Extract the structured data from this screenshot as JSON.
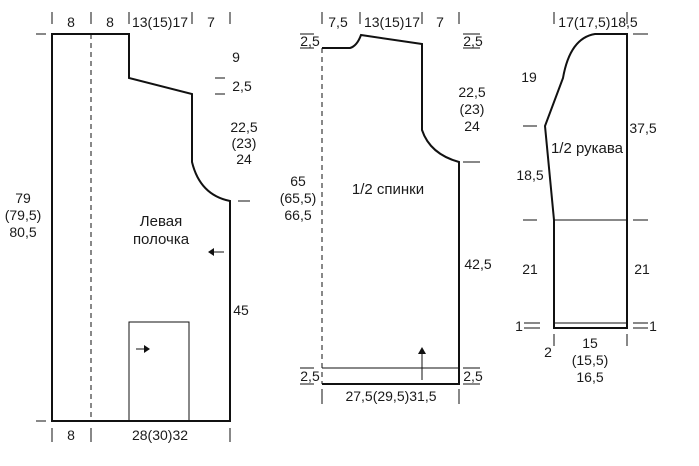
{
  "front": {
    "title": "Левая полочка",
    "title_line1": "Левая",
    "title_line2": "полочка",
    "top_w1": "8",
    "top_w2": "8",
    "top_w3": "13(15)17",
    "top_w4": "7",
    "side_9": "9",
    "side_2_5": "2,5",
    "arm_1": "22,5",
    "arm_2": "(23)",
    "arm_3": "24",
    "len_1": "79",
    "len_2": "(79,5)",
    "len_3": "80,5",
    "lower_45": "45",
    "bottom_8": "8",
    "bottom_w": "28(30)32"
  },
  "back": {
    "title": "1/2 спинки",
    "top_w1": "7,5",
    "top_w2": "13(15)17",
    "top_w3": "7",
    "left_2_5_top": "2,5",
    "right_2_5_top": "2,5",
    "arm_1": "22,5",
    "arm_2": "(23)",
    "arm_3": "24",
    "len_1": "65",
    "len_2": "(65,5)",
    "len_3": "66,5",
    "lower_42_5": "42,5",
    "left_2_5_bottom": "2,5",
    "right_2_5_bottom": "2,5",
    "bottom_w": "27,5(29,5)31,5"
  },
  "sleeve": {
    "title": "1/2 рукава",
    "top_w": "17(17,5)18,5",
    "cap_19": "19",
    "right_37_5": "37,5",
    "left_18_5": "18,5",
    "left_21": "21",
    "right_21": "21",
    "left_1": "1",
    "right_1": "1",
    "bottom_2": "2",
    "bottom_w1": "15",
    "bottom_w2": "(15,5)",
    "bottom_w3": "16,5"
  }
}
